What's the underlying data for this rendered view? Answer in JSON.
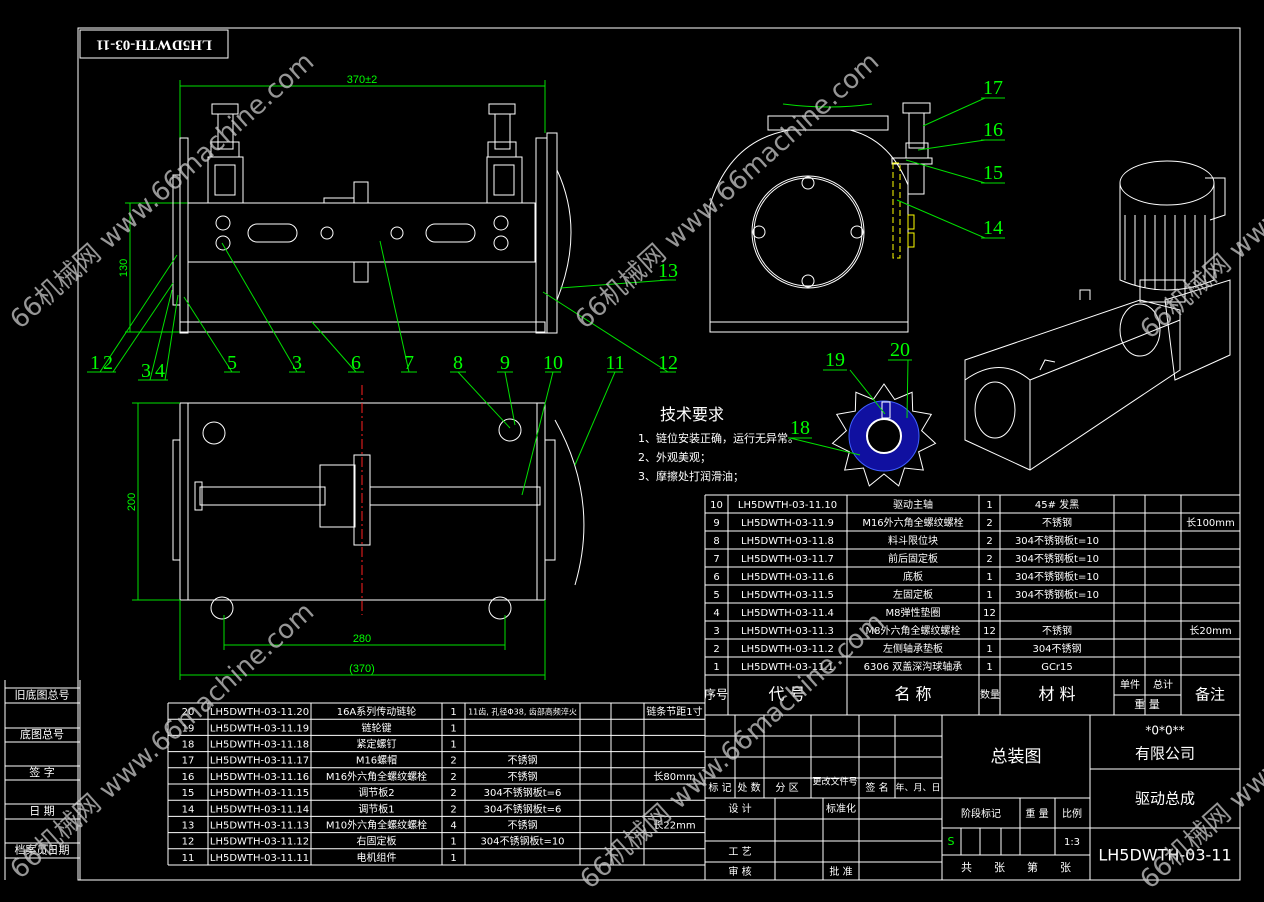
{
  "drawing_number": "LH5DWTH-03-11",
  "watermark": "66机械网 www.66machine.com",
  "dimensions": {
    "overall_length": "370±2",
    "height": "130",
    "width": "200",
    "hole_spacing": "280",
    "ref_length": "(370)"
  },
  "balloons_front": [
    "1",
    "2",
    "3",
    "4",
    "5",
    "3",
    "6",
    "7",
    "8",
    "9",
    "10",
    "11",
    "12",
    "13"
  ],
  "balloons_side": [
    "14",
    "15",
    "16",
    "17"
  ],
  "balloons_gear": [
    "18",
    "19",
    "20"
  ],
  "tech_requirements": {
    "title": "技术要求",
    "items": [
      "1、链位安装正确，运行无异常。",
      "2、外观美观；",
      "3、摩擦处打润滑油；"
    ]
  },
  "side_strip": [
    "旧底图总号",
    "底图总号",
    "签 字",
    "日 期",
    "档案员日期"
  ],
  "parts_upper": [
    [
      "10",
      "LH5DWTH-03-11.10",
      "驱动主轴",
      "1",
      "45# 发黑",
      "",
      "",
      ""
    ],
    [
      "9",
      "LH5DWTH-03-11.9",
      "M16外六角全螺纹螺栓",
      "2",
      "不锈钢",
      "",
      "",
      "长100mm"
    ],
    [
      "8",
      "LH5DWTH-03-11.8",
      "料斗限位块",
      "2",
      "304不锈钢板t=10",
      "",
      "",
      ""
    ],
    [
      "7",
      "LH5DWTH-03-11.7",
      "前后固定板",
      "2",
      "304不锈钢板t=10",
      "",
      "",
      ""
    ],
    [
      "6",
      "LH5DWTH-03-11.6",
      "底板",
      "1",
      "304不锈钢板t=10",
      "",
      "",
      ""
    ],
    [
      "5",
      "LH5DWTH-03-11.5",
      "左固定板",
      "1",
      "304不锈钢板t=10",
      "",
      "",
      ""
    ],
    [
      "4",
      "LH5DWTH-03-11.4",
      "M8弹性垫圈",
      "12",
      "",
      "",
      "",
      ""
    ],
    [
      "3",
      "LH5DWTH-03-11.3",
      "M8外六角全螺纹螺栓",
      "12",
      "不锈钢",
      "",
      "",
      "长20mm"
    ],
    [
      "2",
      "LH5DWTH-03-11.2",
      "左侧轴承垫板",
      "1",
      "304不锈钢",
      "",
      "",
      ""
    ],
    [
      "1",
      "LH5DWTH-03-11.1",
      "6306 双盖深沟球轴承",
      "1",
      "GCr15",
      "",
      "",
      ""
    ]
  ],
  "parts_header": {
    "seq": "序号",
    "code": "代 号",
    "name": "名 称",
    "qty": "数量",
    "material": "材 料",
    "single": "单件",
    "total": "总计",
    "weight": "重 量",
    "remark": "备注"
  },
  "parts_lower": [
    [
      "20",
      "LH5DWTH-03-11.20",
      "16A系列传动链轮",
      "1",
      "11齿, 孔径Φ38, 齿部高频淬火",
      "",
      "",
      "链条节距1寸"
    ],
    [
      "19",
      "LH5DWTH-03-11.19",
      "链轮键",
      "1",
      "",
      "",
      "",
      ""
    ],
    [
      "18",
      "LH5DWTH-03-11.18",
      "紧定螺钉",
      "1",
      "",
      "",
      "",
      ""
    ],
    [
      "17",
      "LH5DWTH-03-11.17",
      "M16螺帽",
      "2",
      "不锈钢",
      "",
      "",
      ""
    ],
    [
      "16",
      "LH5DWTH-03-11.16",
      "M16外六角全螺纹螺栓",
      "2",
      "不锈钢",
      "",
      "",
      "长80mm"
    ],
    [
      "15",
      "LH5DWTH-03-11.15",
      "调节板2",
      "2",
      "304不锈钢板t=6",
      "",
      "",
      ""
    ],
    [
      "14",
      "LH5DWTH-03-11.14",
      "调节板1",
      "2",
      "304不锈钢板t=6",
      "",
      "",
      ""
    ],
    [
      "13",
      "LH5DWTH-03-11.13",
      "M10外六角全螺纹螺栓",
      "4",
      "不锈钢",
      "",
      "",
      "长22mm"
    ],
    [
      "12",
      "LH5DWTH-03-11.12",
      "右固定板",
      "1",
      "304不锈钢板t=10",
      "",
      "",
      ""
    ],
    [
      "11",
      "LH5DWTH-03-11.11",
      "电机组件",
      "1",
      "",
      "",
      "",
      ""
    ]
  ],
  "title_block": {
    "mark": "标 记",
    "count": "处 数",
    "zone": "分 区",
    "change_doc": "更改文件号",
    "sign": "签 名",
    "date": "年、月、日",
    "design": "设 计",
    "standard": "标准化",
    "process": "工 艺",
    "review": "审 核",
    "approve": "批 准",
    "drawing_type": "总装图",
    "stage": "阶段标记",
    "weight": "重 量",
    "scale_label": "比例",
    "stage_value": "S",
    "scale": "1:3",
    "sheets": "共　　张　　第　　张",
    "company_code": "*0*0**",
    "company": "有限公司",
    "assembly_name": "驱动总成",
    "drawing_number": "LH5DWTH-03-11"
  }
}
